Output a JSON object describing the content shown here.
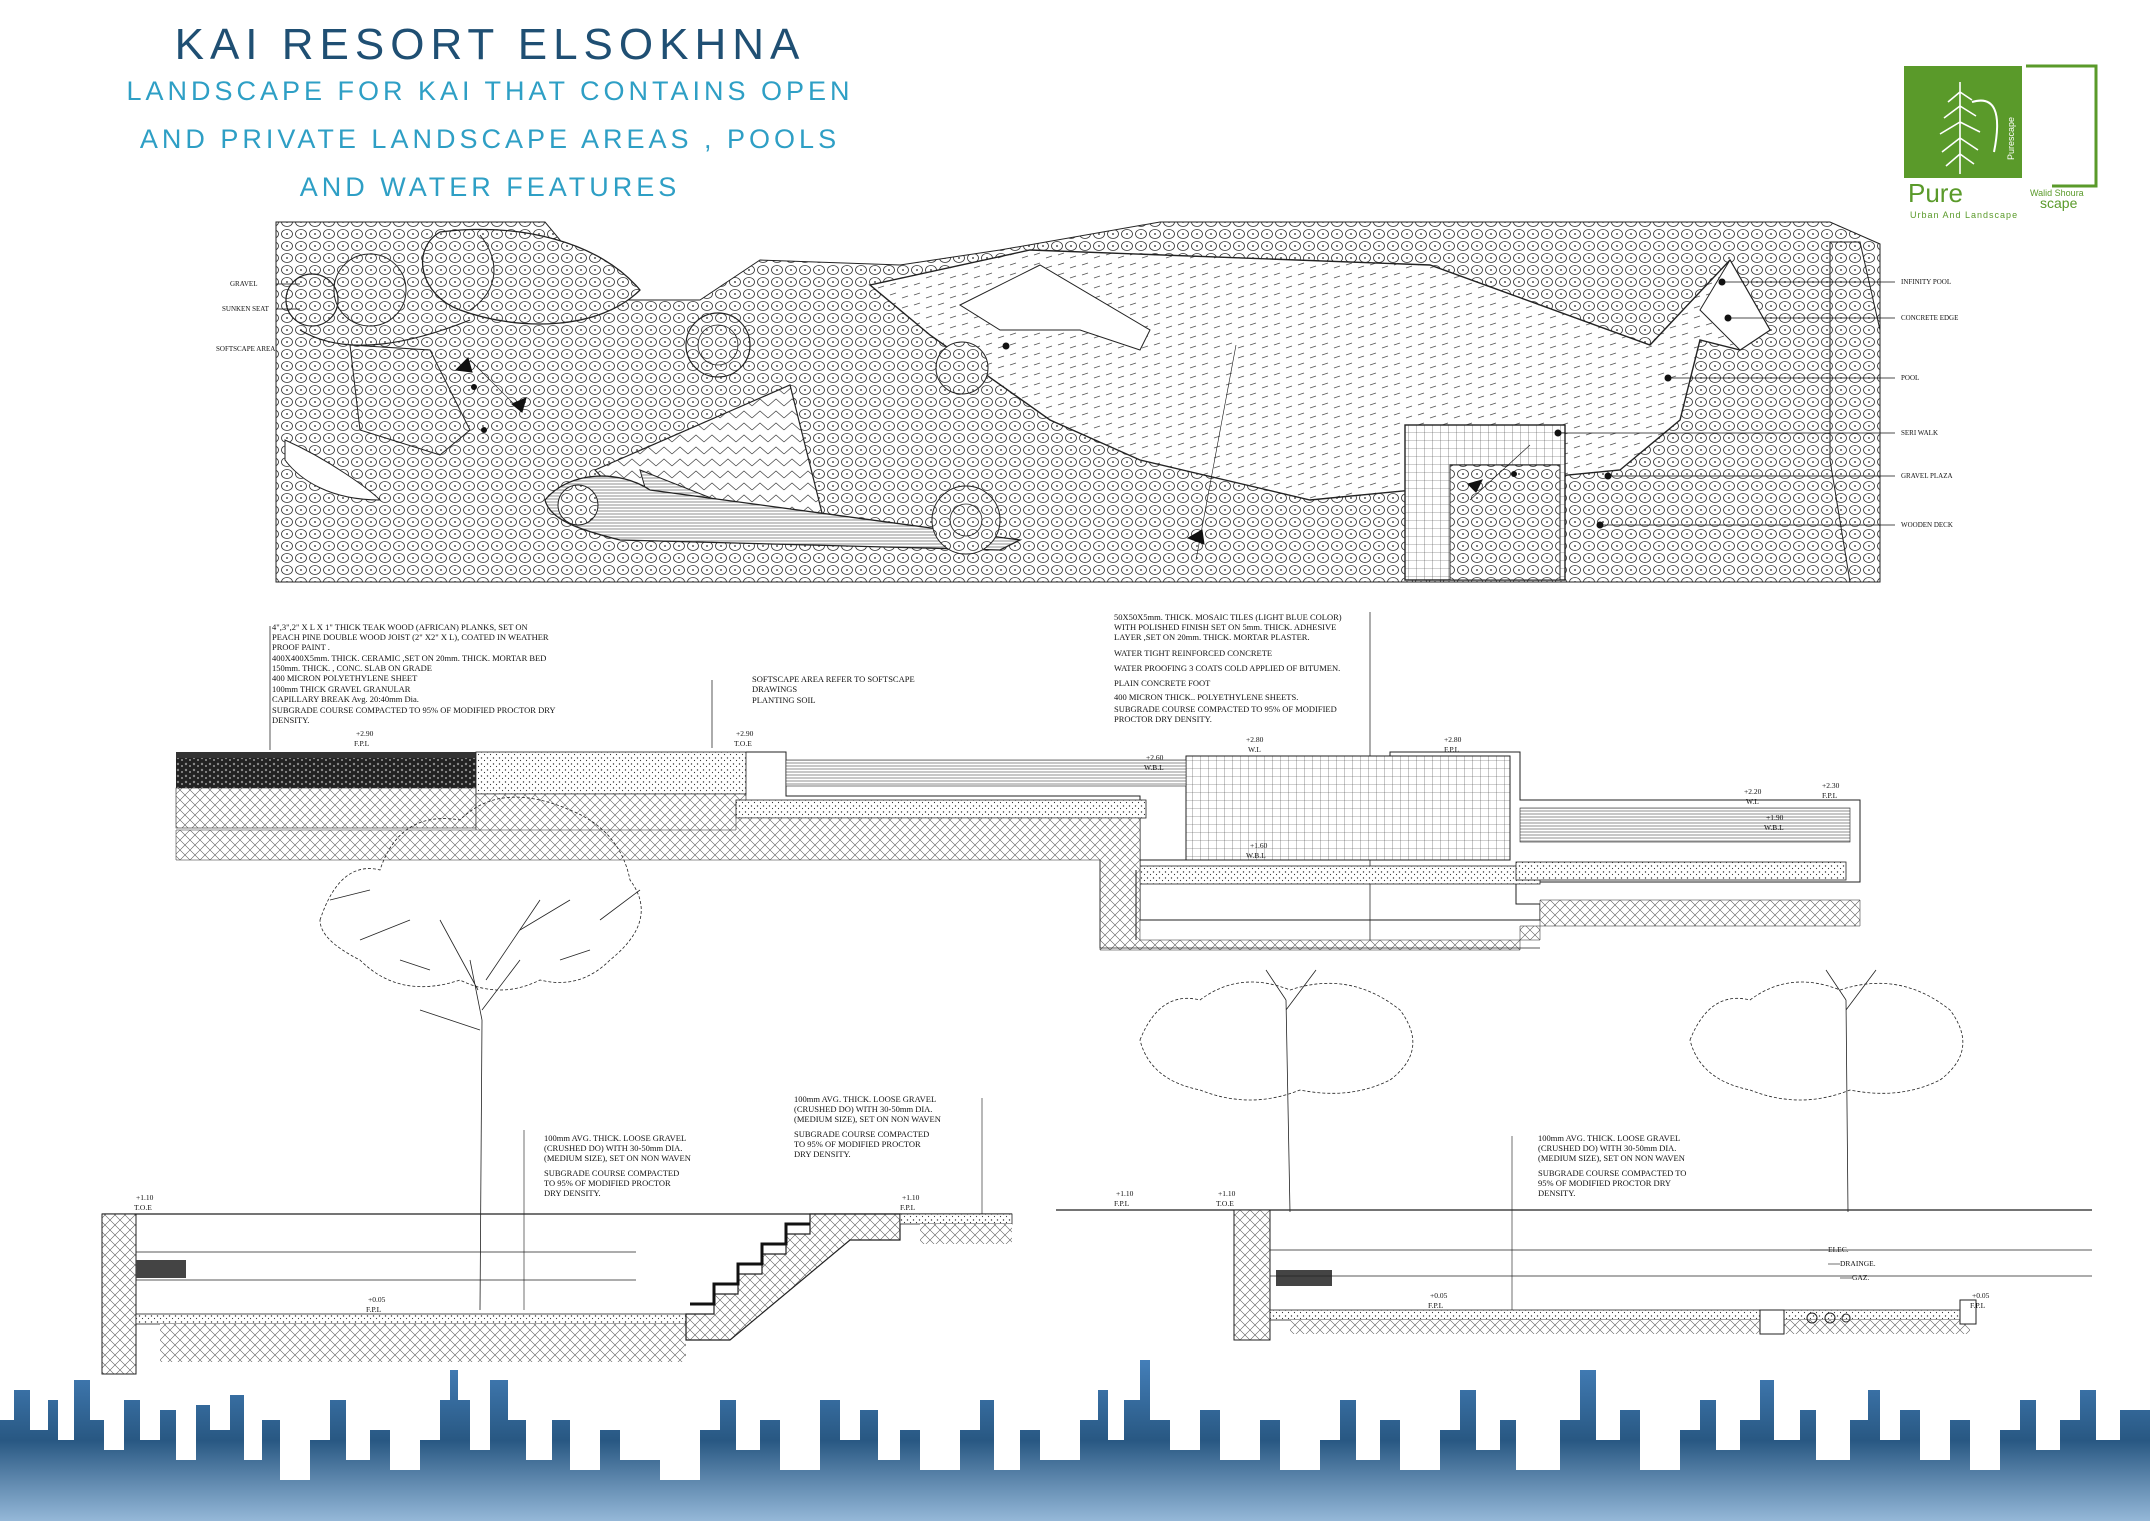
{
  "header": {
    "title": "KAI RESORT ELSOKHNA",
    "subtitle_lines": [
      "LANDSCAPE FOR KAI THAT CONTAINS OPEN",
      "AND PRIVATE LANDSCAPE AREAS , POOLS",
      "AND WATER FEATURES"
    ]
  },
  "logo": {
    "icon": "pine-tree-icon",
    "brand": "Pure",
    "brand_suffix": "scape",
    "owner": "Walid Shoura",
    "tagline": "Urban And Landscape",
    "vertical_text": "Purescape",
    "color": "#5a9a2a"
  },
  "plan": {
    "left_labels": [
      "GRAVEL",
      "SUNKEN SEAT",
      "SOFTSCAPE AREA"
    ],
    "right_labels": [
      "INFINITY POOL",
      "CONCRETE EDGE",
      "POOL",
      "SERI WALK",
      "GRAVEL PLAZA",
      "WOODEN DECK"
    ]
  },
  "section_pool": {
    "deck_notes": [
      "4\",3\",2\" X L X 1\"  THICK TEAK WOOD (AFRICAN) PLANKS, SET ON",
      "PEACH PINE DOUBLE WOOD JOIST (2\" X2\" X L), COATED IN WEATHER",
      "PROOF PAINT .",
      "400X400X5mm. THICK.  CERAMIC ,SET ON 20mm. THICK. MORTAR BED",
      "150mm. THICK. , CONC. SLAB ON GRADE",
      "400 MICRON POLYETHYLENE SHEET",
      "100mm THICK GRAVEL GRANULAR",
      "CAPILLARY BREAK Avg. 20:40mm Dia.",
      "SUBGRADE COURSE COMPACTED TO 95% OF MODIFIED PROCTOR DRY",
      "DENSITY."
    ],
    "soft_notes": [
      "SOFTSCAPE AREA REFER TO SOFTSCAPE",
      "DRAWINGS",
      "PLANTING SOIL"
    ],
    "pool_notes": [
      "50X50X5mm. THICK. MOSAIC TILES (LIGHT BLUE  COLOR)",
      "WITH POLISHED FINISH  SET ON 5mm. THICK. ADHESIVE",
      "LAYER ,SET ON 20mm. THICK. MORTAR PLASTER.",
      "WATER TIGHT REINFORCED CONCRETE",
      "WATER PROOFING 3 COATS COLD APPLIED  OF BITUMEN.",
      "PLAIN CONCRETE FOOT",
      "400 MICRON THICK.. POLYETHYLENE SHEETS.",
      "SUBGRADE COURSE COMPACTED TO 95% OF MODIFIED",
      "PROCTOR DRY DENSITY."
    ],
    "levels": [
      "+2.90",
      "F.P.L",
      "+2.90",
      "T.O.E",
      "+2.60",
      "W.B.L",
      "+2.80",
      "W.L",
      "+1.60",
      "W.B.L",
      "+2.80",
      "F.P.L",
      "+2.20",
      "W.L",
      "+2.30",
      "F.P.L",
      "+1.90",
      "W.B.L"
    ]
  },
  "section_steps": {
    "gravel_notes": [
      "100mm AVG. THICK.  LOOSE GRAVEL",
      "(CRUSHED DO) WITH 30-50mm DIA.",
      "(MEDIUM SIZE),  SET ON NON WAVEN"
    ],
    "subgrade_notes": [
      "SUBGRADE COURSE COMPACTED",
      "TO 95% OF MODIFIED PROCTOR",
      "DRY DENSITY."
    ],
    "levels": [
      "+1.10",
      "T.O.E",
      "+0.05",
      "F.P.L",
      "+1.10",
      "F.P.L"
    ]
  },
  "section_services": {
    "gravel_notes": [
      "100mm AVG. THICK.  LOOSE GRAVEL",
      "(CRUSHED DO) WITH 30-50mm DIA.",
      "(MEDIUM SIZE),  SET ON NON WAVEN"
    ],
    "subgrade_notes": [
      "SUBGRADE COURSE COMPACTED TO",
      "95% OF MODIFIED PROCTOR DRY",
      "DENSITY."
    ],
    "services": [
      "ELEC.",
      "DRAINGE.",
      "GAZ."
    ],
    "levels": [
      "+1.10",
      "F.P.L",
      "+1.10",
      "T.O.E",
      "+0.05",
      "F.P.L",
      "+0.05",
      "F.P.L"
    ]
  },
  "colors": {
    "title": "#1f4f73",
    "subtitle": "#2e9fc5",
    "skyline": "#1d4f7c",
    "ink": "#111111"
  }
}
